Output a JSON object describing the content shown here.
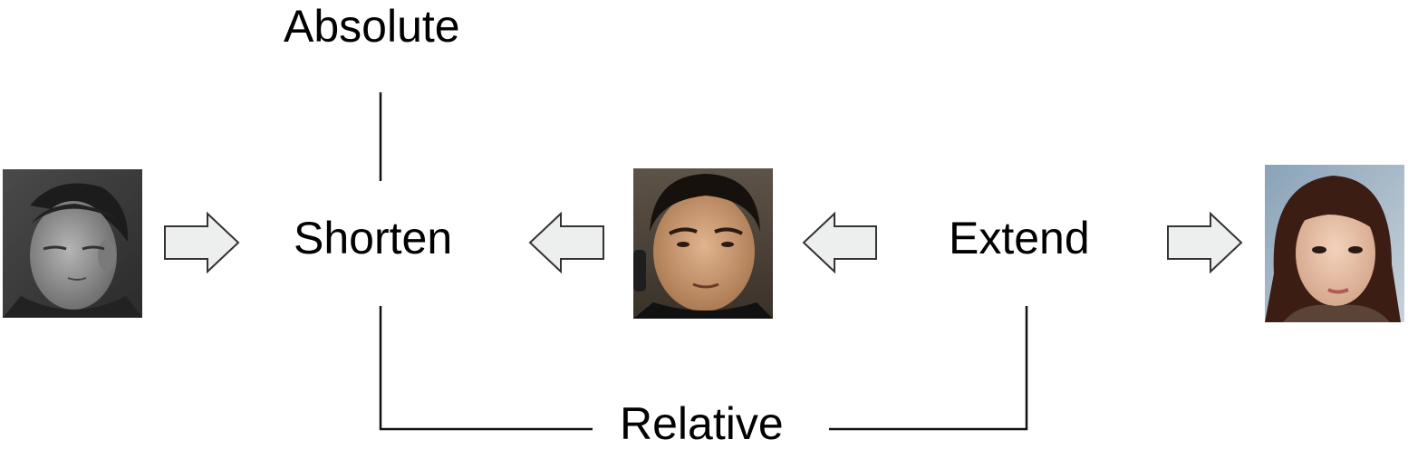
{
  "labels": {
    "absolute": "Absolute",
    "shorten": "Shorten",
    "extend": "Extend",
    "relative": "Relative"
  },
  "faces": [
    {
      "name": "grayscale-man-face",
      "tone": "grayscale"
    },
    {
      "name": "man-on-phone-face",
      "tone": "color"
    },
    {
      "name": "young-woman-face",
      "tone": "color"
    }
  ],
  "arrows": [
    {
      "name": "arrow-right-to-shorten",
      "direction": "right"
    },
    {
      "name": "arrow-left-to-shorten",
      "direction": "left"
    },
    {
      "name": "arrow-left-from-extend",
      "direction": "left"
    },
    {
      "name": "arrow-right-from-extend",
      "direction": "right"
    }
  ],
  "colors": {
    "arrow_fill": "#edeeee",
    "arrow_stroke": "#333333",
    "line": "#111111"
  }
}
